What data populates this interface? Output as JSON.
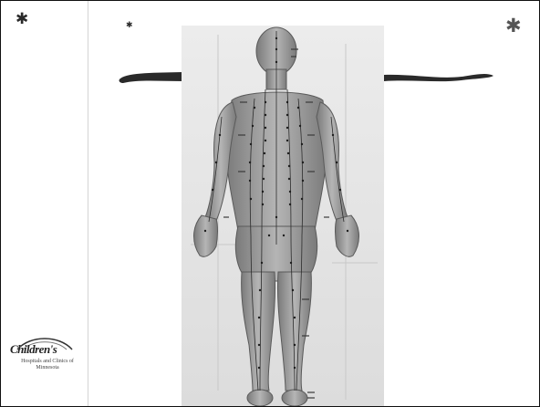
{
  "slide": {
    "background": "#ffffff",
    "border_color": "#111111",
    "sidebar_divider_color": "#d4d4d4"
  },
  "decorations": {
    "stars": [
      "star-icon",
      "star-icon",
      "star-icon"
    ],
    "brush_stroke_color": "#2a2a2a"
  },
  "figure": {
    "image": "human-body-back-view-acupuncture-meridian-chart",
    "skin_color": "#a9a9a9",
    "point_color": "#1e1e1e"
  },
  "logo": {
    "name": "Children's",
    "subtitle": "Hospitals and Clinics of Minnesota"
  }
}
